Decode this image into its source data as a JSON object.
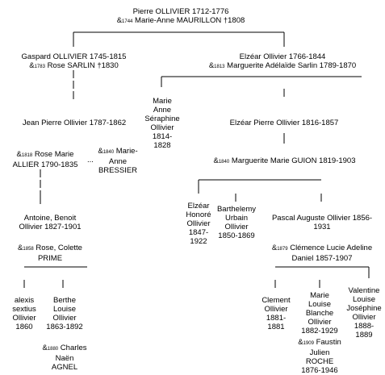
{
  "root": {
    "person": "Pierre OLLIVIER 1712-1776",
    "marriage_prefix": "&",
    "marriage_year": "1744",
    "spouse": "Marie-Anne MAURILLON †1808"
  },
  "gaspard": {
    "person": "Gaspard OLLIVIER 1745-1815",
    "marriage_prefix": "&",
    "marriage_year": "1783",
    "spouse": "Rose SARLIN †1830"
  },
  "elzear_1766": {
    "person": "Elzéar Ollivier 1766-1844",
    "marriage_prefix": "&",
    "marriage_year": "1813",
    "spouse": "Marguerite Adélaïde Sarlin 1789-1870"
  },
  "jean_pierre": {
    "person": "Jean Pierre Ollivier 1787-1862",
    "m1_prefix": "&",
    "m1_year": "1818",
    "m1_spouse_line1": "Rose Marie",
    "m1_spouse_line2": "ALLIER 1790-1835",
    "ellipsis": "...",
    "m2_prefix": "&",
    "m2_year": "1840",
    "m2_spouse_line1": "Marie-",
    "m2_spouse_line2": "Anne",
    "m2_spouse_line3": "BRESSIER"
  },
  "marie_anne": {
    "lines": [
      "Marie",
      "Anne",
      "Séraphine",
      "Ollivier",
      "1814-",
      "1828"
    ]
  },
  "elzear_pierre": {
    "person": "Elzéar Pierre Ollivier 1816-1857",
    "marriage_prefix": "&",
    "marriage_year": "1840",
    "spouse": "Marguerite Marie GUION 1819-1903"
  },
  "antoine": {
    "line1": "Antoine, Benoit",
    "line2": "Ollivier 1827-1901",
    "marriage_prefix": "&",
    "marriage_year": "1858",
    "spouse_line1": "Rose, Colette",
    "spouse_line2": "PRIME"
  },
  "elzear_honore": {
    "lines": [
      "Elzéar",
      "Honoré",
      "Ollivier",
      "1847-",
      "1922"
    ]
  },
  "barthelemy": {
    "lines": [
      "Barthelemy",
      "Urbain",
      "Ollivier",
      "1850-1869"
    ]
  },
  "pascal": {
    "line1": "Pascal Auguste Ollivier 1856-",
    "line2": "1931",
    "marriage_prefix": "&",
    "marriage_year": "1879",
    "spouse_line1": "Clémence Lucie Adeline",
    "spouse_line2": "Daniel 1857-1907"
  },
  "alexis": {
    "lines": [
      "alexis",
      "sextius",
      "Ollivier",
      "1860"
    ]
  },
  "berthe": {
    "lines": [
      "Berthe",
      "Louise",
      "Ollivier",
      "1863-1892"
    ],
    "marriage_prefix": "&",
    "marriage_year": "1880",
    "spouse_lines": [
      "Charles",
      "Naën",
      "AGNEL"
    ]
  },
  "clement": {
    "lines": [
      "Clement",
      "Ollivier",
      "1881-",
      "1881"
    ]
  },
  "marie_louise": {
    "lines": [
      "Marie",
      "Louise",
      "Blanche",
      "Ollivier",
      "1882-1929"
    ],
    "marriage_prefix": "&",
    "marriage_year": "1909",
    "spouse_lines": [
      "Faustin",
      "Julien",
      "ROCHE",
      "1876-1946"
    ]
  },
  "valentine": {
    "lines": [
      "Valentine",
      "Louise",
      "Joséphine",
      "Ollivier",
      "1888-",
      "1889"
    ]
  }
}
